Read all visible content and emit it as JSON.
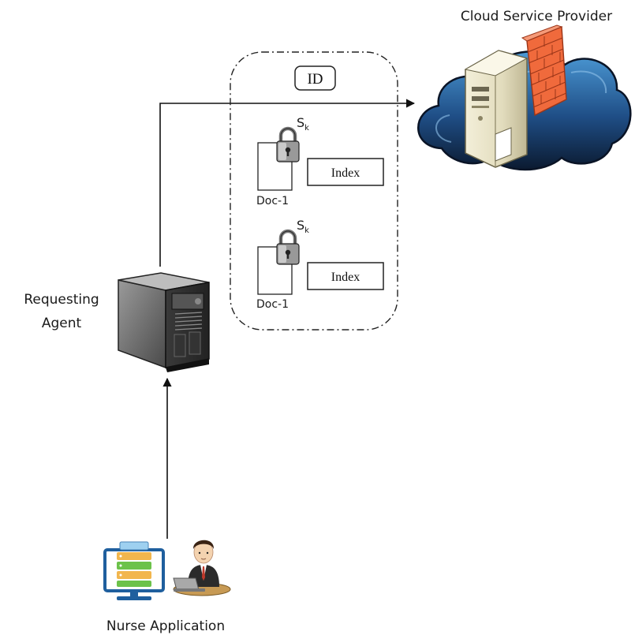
{
  "diagram": {
    "cloud_label": "Cloud Service Provider",
    "agent_label_line1": "Requesting",
    "agent_label_line2": "Agent",
    "nurse_label": "Nurse Application",
    "id_label": "ID",
    "package_1": {
      "key_label": "S",
      "key_sub": "k",
      "doc_label": "Doc-1",
      "index_label": "Index"
    },
    "package_2": {
      "key_label": "S",
      "key_sub": "k",
      "doc_label": "Doc-1",
      "index_label": "Index"
    }
  },
  "colors": {
    "cloud_dark": "#0d1c33",
    "cloud_light": "#3d86c6",
    "firewall": "#f2683a",
    "server_dark": "#2e2e2e",
    "server_mid": "#7a7a7a",
    "arrow": "#111111"
  }
}
